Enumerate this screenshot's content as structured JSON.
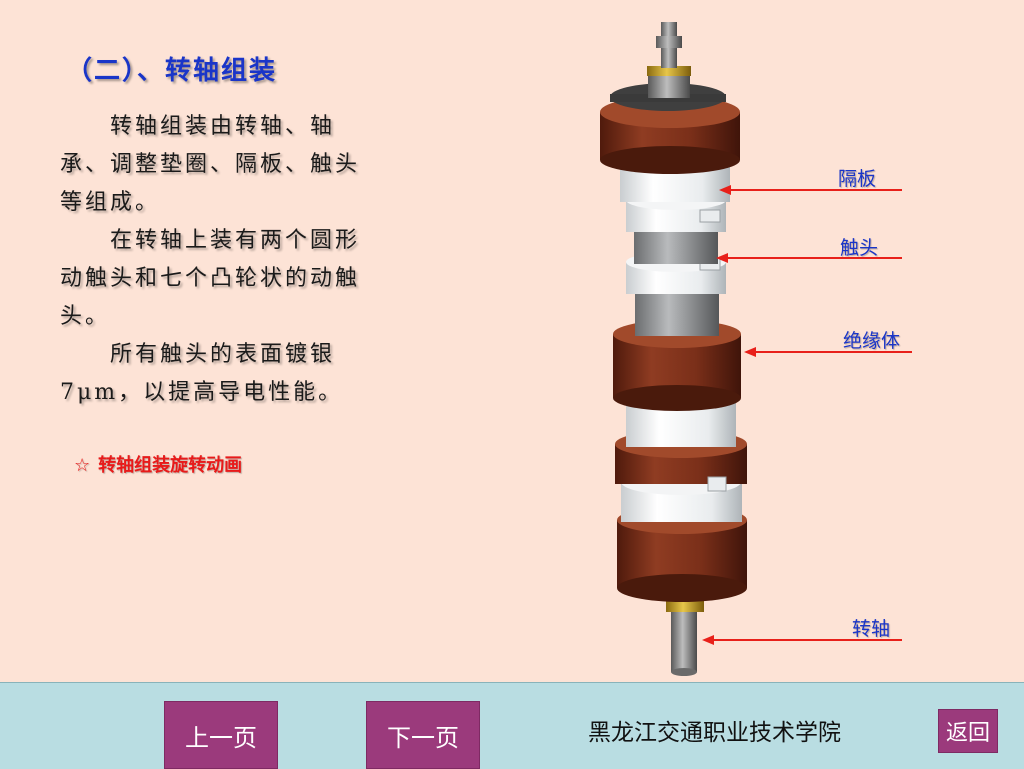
{
  "slide": {
    "title": "（二）、转轴组装",
    "paragraphs": [
      "　　转轴组装由转轴、轴承、调整垫圈、隔板、触头等组成。",
      "　　在转轴上装有两个圆形动触头和七个凸轮状的动触头。",
      "　　所有触头的表面镀银7μm，以提高导电性能。"
    ],
    "animation_link": {
      "icon": "star-icon",
      "symbol": "☆",
      "label": "转轴组装旋转动画"
    }
  },
  "diagram": {
    "labels": {
      "separator": "隔板",
      "contact": "触头",
      "insulator": "绝缘体",
      "shaft": "转轴"
    },
    "arrow_color": "#e8201a"
  },
  "footer": {
    "prev_label": "上一页",
    "next_label": "下一页",
    "school": "黑龙江交通职业技术学院",
    "back_label": "返回"
  },
  "colors": {
    "background": "#fde3d6",
    "footer": "#b9dde2",
    "button": "#9b3a7c",
    "title": "#1a35c8",
    "link": "#e81a1a"
  }
}
